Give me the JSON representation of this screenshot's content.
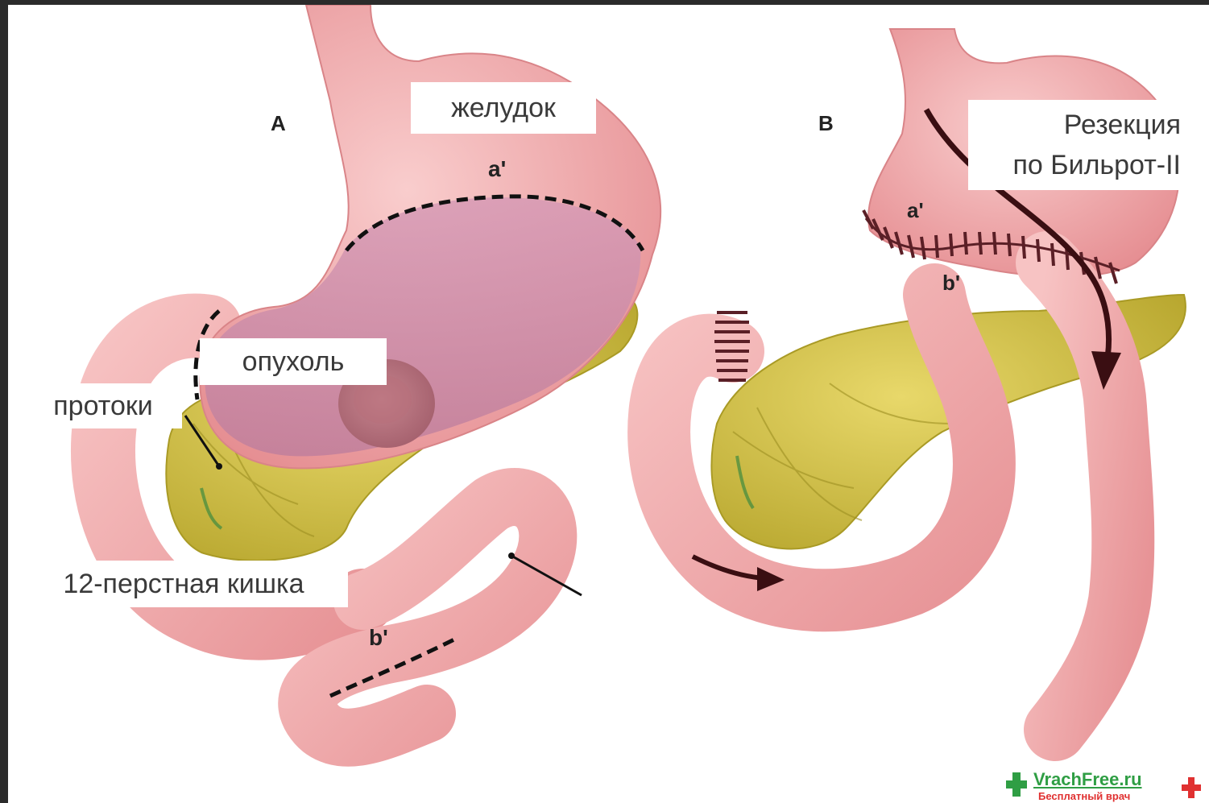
{
  "panel_a": {
    "letter": "A",
    "labels": {
      "stomach": "желудок",
      "tumor": "опухоль",
      "ducts": "протоки",
      "duodenum": "12-перстная кишка"
    },
    "markers": {
      "a_prime": "a'",
      "b_prime": "b'"
    }
  },
  "panel_b": {
    "letter": "B",
    "title_line1": "Резекция",
    "title_line2": "по Бильрот-II",
    "markers": {
      "a_prime": "a'",
      "b_prime": "b'"
    }
  },
  "watermark": {
    "site": "VrachFree.ru",
    "tagline": "Бесплатный врач"
  },
  "colors": {
    "tissue": "#f2a6a8",
    "tissue_dark": "#d98488",
    "resected": "#c98aa6",
    "pancreas": "#d6c64a",
    "pancreas_dark": "#a99a25",
    "background": "#ffffff",
    "frame": "#2b2b2b"
  }
}
